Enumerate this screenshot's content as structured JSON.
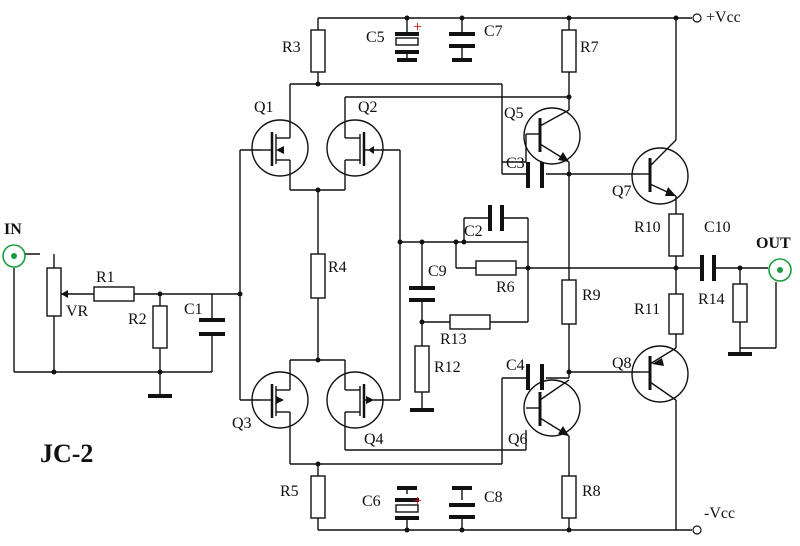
{
  "title": "JC-2",
  "terminals": {
    "in": "IN",
    "out": "OUT",
    "vcc_pos": "+Vcc",
    "vcc_neg": "-Vcc"
  },
  "resistors": [
    "R1",
    "R2",
    "R3",
    "R4",
    "R5",
    "R6",
    "R7",
    "R8",
    "R9",
    "R10",
    "R11",
    "R12",
    "R13",
    "R14",
    "VR"
  ],
  "capacitors": [
    "C1",
    "C2",
    "C3",
    "C4",
    "C5",
    "C6",
    "C7",
    "C8",
    "C9",
    "C10"
  ],
  "transistors": [
    "Q1",
    "Q2",
    "Q3",
    "Q4",
    "Q5",
    "Q6",
    "Q7",
    "Q8"
  ],
  "polarity_mark": "+",
  "colors": {
    "line": "#111111",
    "polarity": "#cc0000",
    "terminal": "#1a9c3c"
  }
}
